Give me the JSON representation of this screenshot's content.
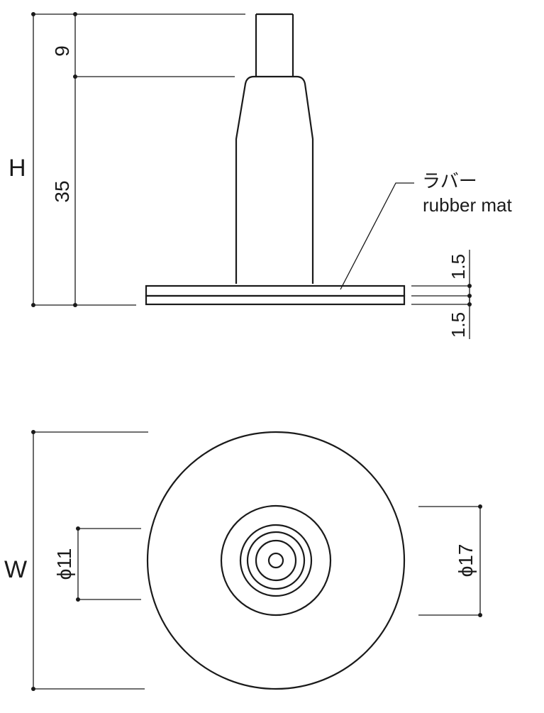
{
  "side_view": {
    "dim_total": "H",
    "dim_upper": "9",
    "dim_lower": "35",
    "dim_base_top": "1.5",
    "dim_base_bottom": "1.5",
    "callout_jp": "ラバー",
    "callout_en": "rubber mat"
  },
  "plan_view": {
    "dim_total": "W",
    "dim_left": "ϕ11",
    "dim_right": "ϕ17"
  },
  "colors": {
    "line": "#1a1a1a",
    "background": "#ffffff"
  }
}
